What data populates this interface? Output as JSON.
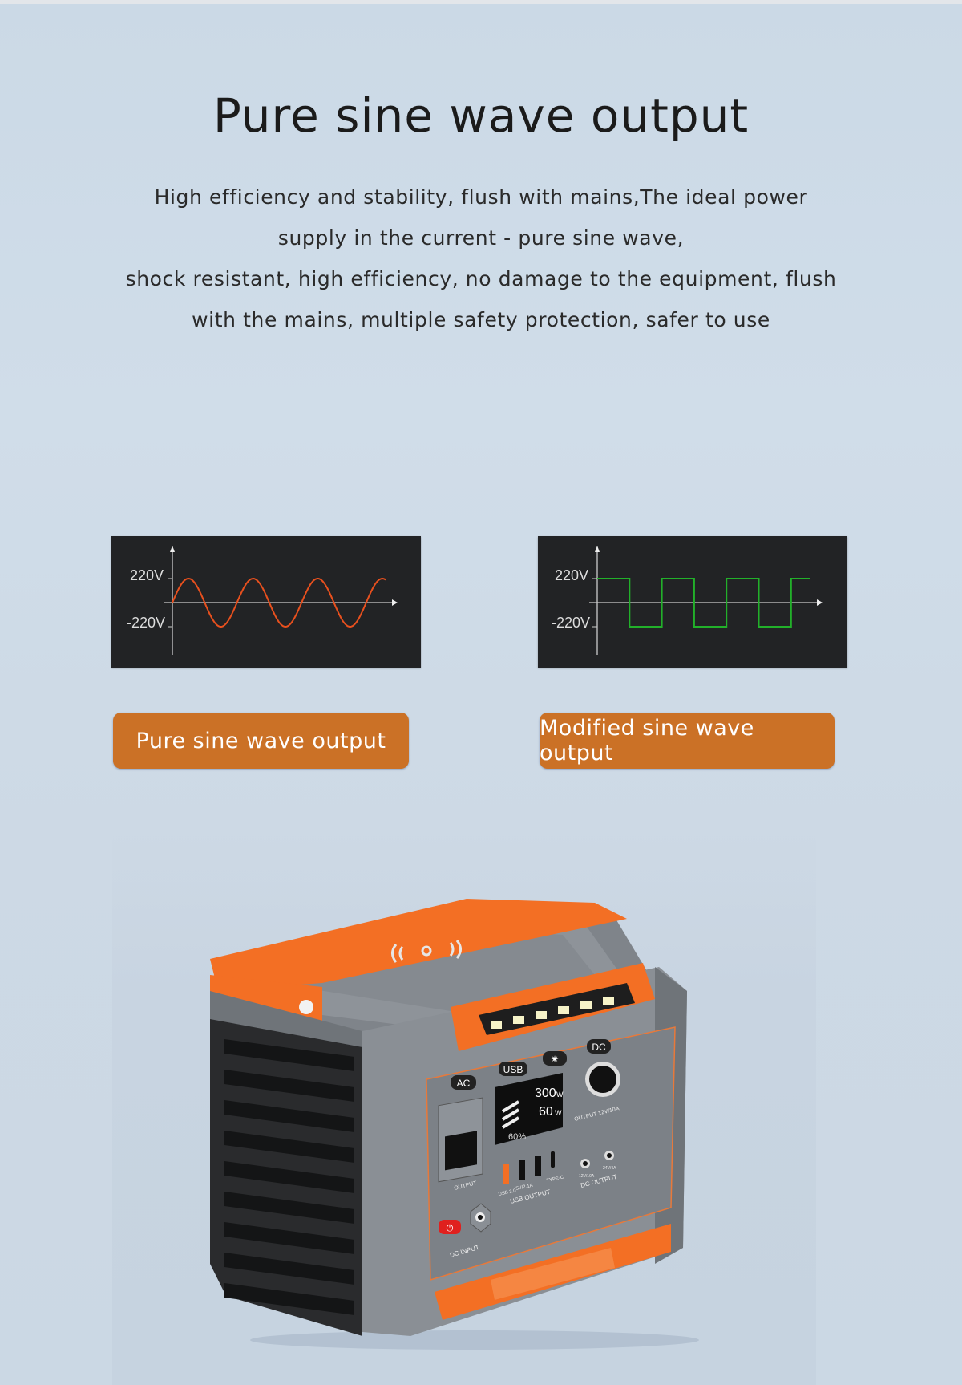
{
  "header": {
    "title": "Pure sine wave output",
    "description_lines": [
      "High efficiency and stability, flush with mains,The ideal power",
      "supply in the current - pure sine wave,",
      "shock resistant, high efficiency, no damage to the equipment, flush",
      "with the mains, multiple safety protection, safer to use"
    ]
  },
  "comparison": {
    "pure_label": "Pure sine wave output",
    "modified_label": "Modified sine wave output"
  },
  "chart_data": [
    {
      "type": "line",
      "waveform": "sine",
      "y_tick_labels": [
        "220V",
        "-220V"
      ],
      "yticks": [
        220,
        -220
      ],
      "periods": 3.3,
      "color": "#e8501e",
      "background": "#222325",
      "grid": false
    },
    {
      "type": "line",
      "waveform": "square",
      "y_tick_labels": [
        "220V",
        "-220V"
      ],
      "yticks": [
        220,
        -220
      ],
      "periods": 3.3,
      "color": "#22b02a",
      "background": "#222325",
      "grid": false
    }
  ],
  "product": {
    "labels": {
      "ac": "AC",
      "usb": "USB",
      "dc": "DC",
      "ac_power": "300",
      "dc_power": "60",
      "unit": "W",
      "battery": "60%",
      "ac_output": "OUTPUT",
      "dc_input": "DC INPUT",
      "usb_output": "USB OUTPUT",
      "dc_output": "DC OUTPUT",
      "usb30": "USB 3.0",
      "usb_a": "5V/2.1A",
      "typec": "TYPE-C",
      "car_output": "OUTPUT 12V/10A",
      "dc1": "12V/10A",
      "dc2": "24V/4A"
    },
    "colors": {
      "orange": "#f36f24",
      "gray": "#8c9196",
      "dark": "#222325"
    }
  }
}
